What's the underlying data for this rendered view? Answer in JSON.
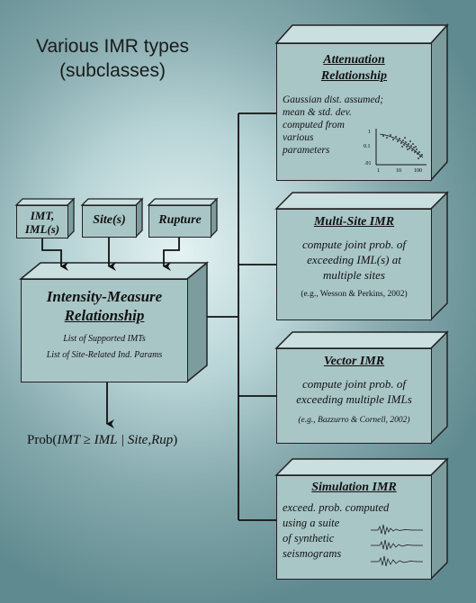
{
  "title": {
    "line1": "Various IMR types",
    "line2": "(subclasses)"
  },
  "inputs": {
    "imt": {
      "line1": "IMT,",
      "line2": "IML(s)"
    },
    "site": "Site(s)",
    "rupture": "Rupture"
  },
  "imr": {
    "title_line1": "Intensity-Measure",
    "title_line2": "Relationship",
    "list1": "List of Supported IMTs",
    "list2": "List of Site-Related Ind. Params"
  },
  "output": {
    "prefix": "Prob(",
    "expr": "IMT ≥ IML | Site,Rup",
    "suffix": ")"
  },
  "attenuation": {
    "title_line1": "Attenuation",
    "title_line2": "Relationship",
    "desc_line1": "Gaussian dist. assumed;",
    "desc_line2": "mean & std. dev.",
    "desc_line3": "computed from",
    "desc_line4": "various",
    "desc_line5": "parameters",
    "plot_y1": "1",
    "plot_y2": "0.1",
    "plot_y3": ".01",
    "plot_x1": "1",
    "plot_x2": "10",
    "plot_x3": "100"
  },
  "multisite": {
    "title": "Multi-Site IMR",
    "desc_line1": "compute joint prob. of",
    "desc_line2": "exceeding IML(s) at",
    "desc_line3": "multiple sites",
    "ref": "(e.g., Wesson & Perkins, 2002)"
  },
  "vector": {
    "title": "Vector IMR",
    "desc_line1": "compute joint prob. of",
    "desc_line2": "exceeding multiple IMLs",
    "ref": "(e.g., Bazzurro & Cornell, 2002)"
  },
  "simulation": {
    "title": "Simulation IMR",
    "desc_line1": "exceed. prob. computed",
    "desc_line2": "using a suite",
    "desc_line3": "of synthetic",
    "desc_line4": "seismograms"
  },
  "colors": {
    "box_fill": "#a9c6c7",
    "box_top": "#c9dfe0",
    "box_side": "#7d9c9e",
    "line": "#111111"
  }
}
